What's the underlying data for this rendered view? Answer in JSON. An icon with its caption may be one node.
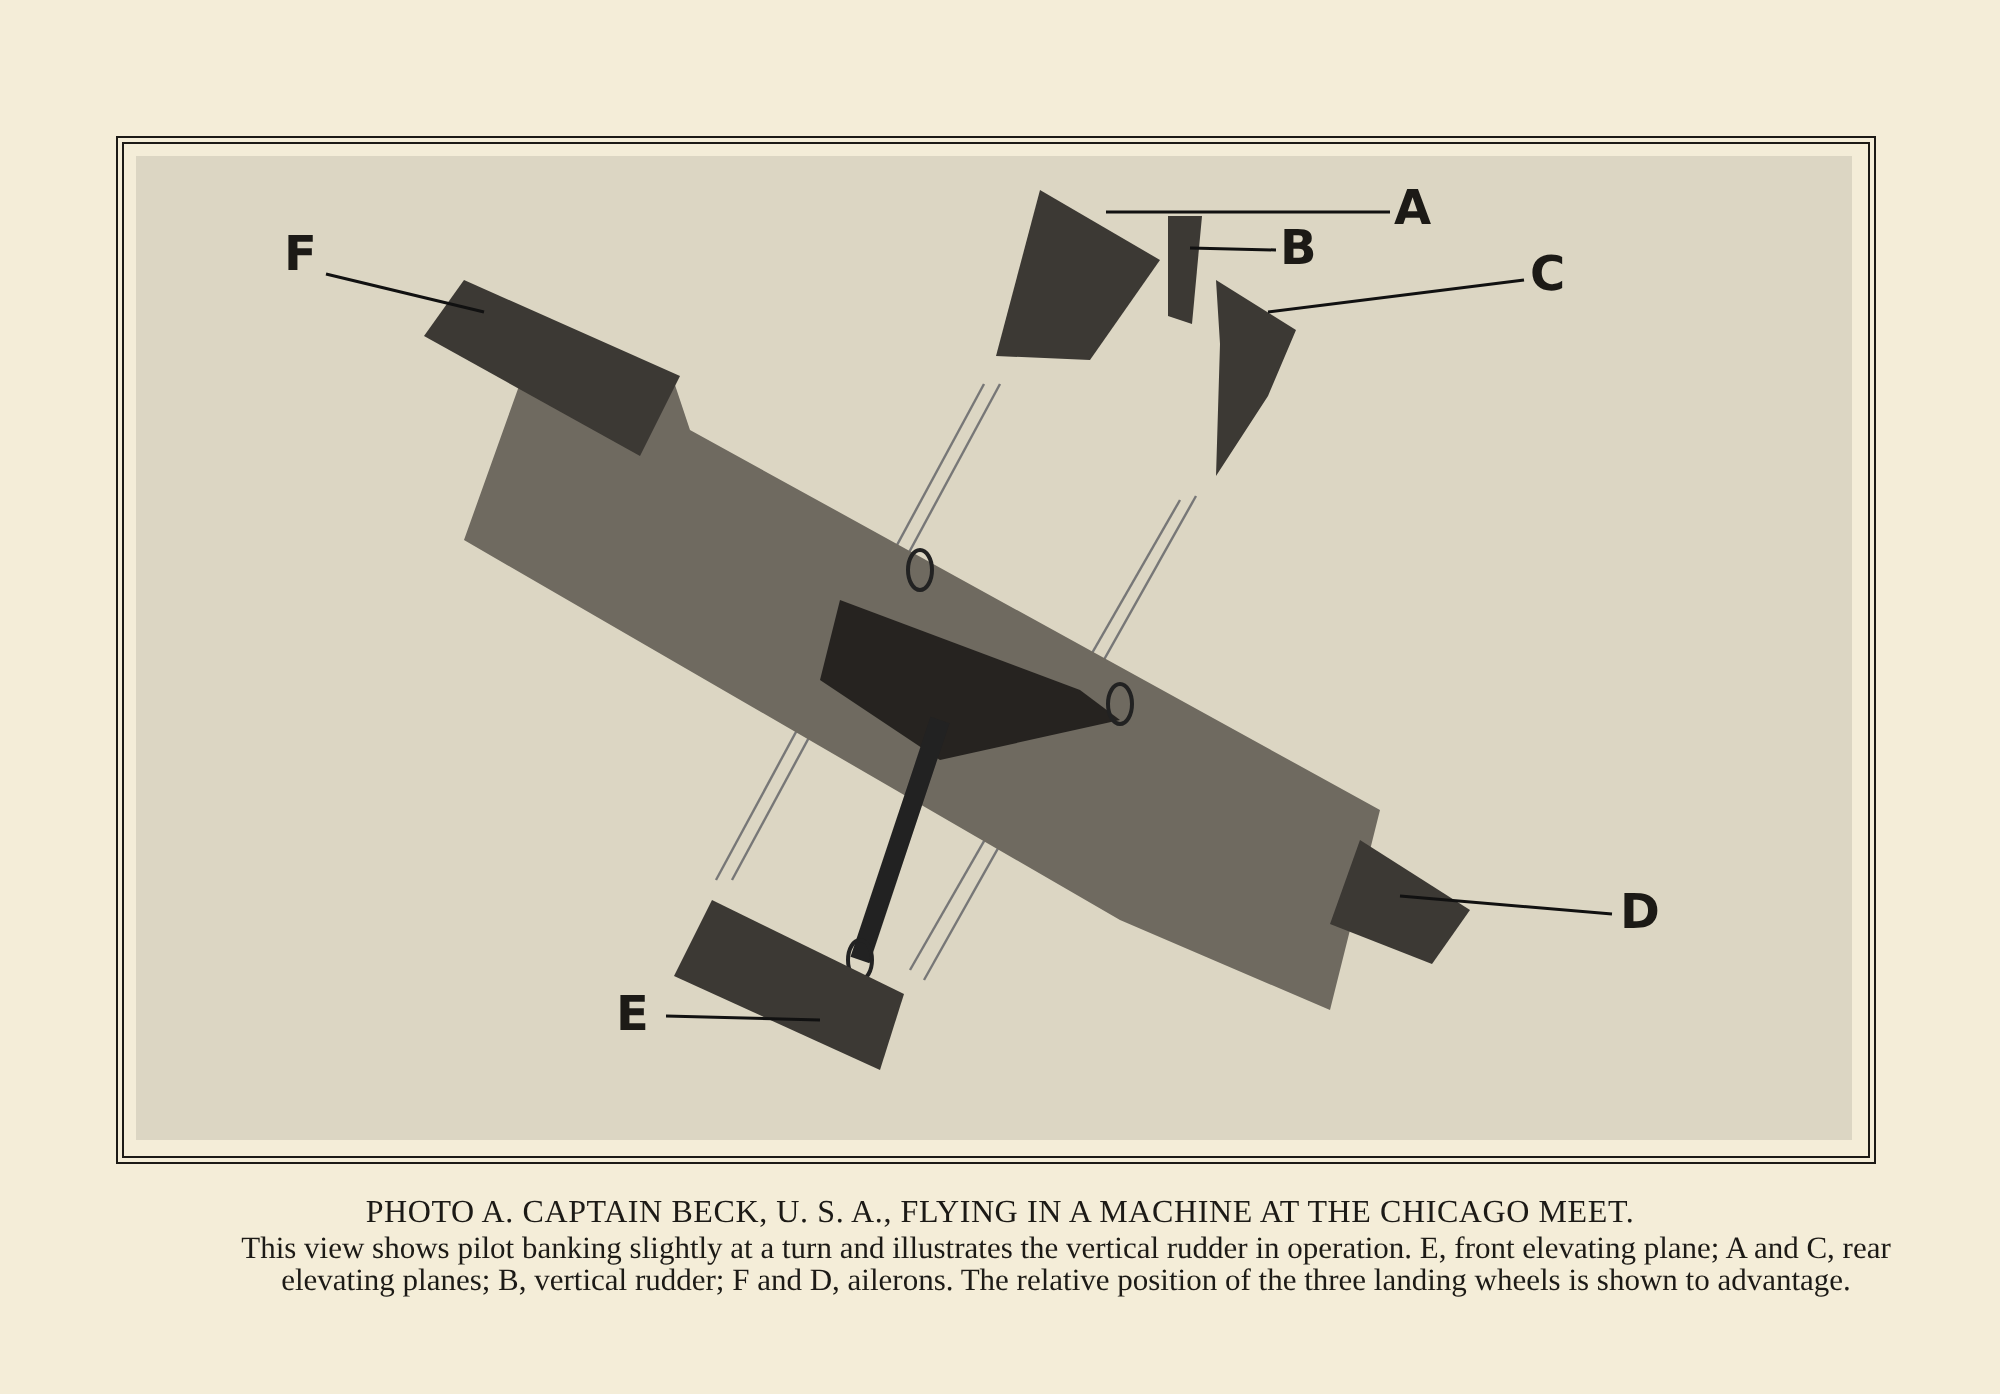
{
  "diagram": {
    "title": "PHOTO A. CAPTAIN BECK, U. S. A., FLYING IN A MACHINE AT THE CHICAGO MEET.",
    "caption": "This view shows pilot banking slightly at a turn and illustrates the vertical rudder in operation. E, front elevating plane; A and C, rear elevating planes; B, vertical rudder; F and D, ailerons. The relative position of the three landing wheels is shown to advantage.",
    "nodes": [
      {
        "text": [
          "F"
        ]
      },
      {
        "text": [
          "A"
        ]
      },
      {
        "text": [
          "B"
        ]
      },
      {
        "text": [
          "C"
        ]
      },
      {
        "text": [
          "D"
        ]
      },
      {
        "text": [
          "E"
        ]
      },
      {
        "text": [],
        "shape": "picture"
      },
      {
        "text": [],
        "shape": "picture"
      },
      {
        "text": [],
        "shape": "picture"
      },
      {
        "text": [],
        "shape": "picture"
      },
      {
        "text": [],
        "shape": "picture"
      },
      {
        "text": [],
        "shape": "picture"
      }
    ],
    "edges": [
      {
        "from": 0,
        "to": 6,
        "arrow": "none"
      },
      {
        "from": 1,
        "to": 7,
        "arrow": "none"
      },
      {
        "from": 2,
        "to": 8,
        "arrow": "none"
      },
      {
        "from": 3,
        "to": 9,
        "arrow": "none"
      },
      {
        "from": 4,
        "to": 10,
        "arrow": "none"
      },
      {
        "from": 5,
        "to": 11,
        "arrow": "none"
      }
    ]
  }
}
